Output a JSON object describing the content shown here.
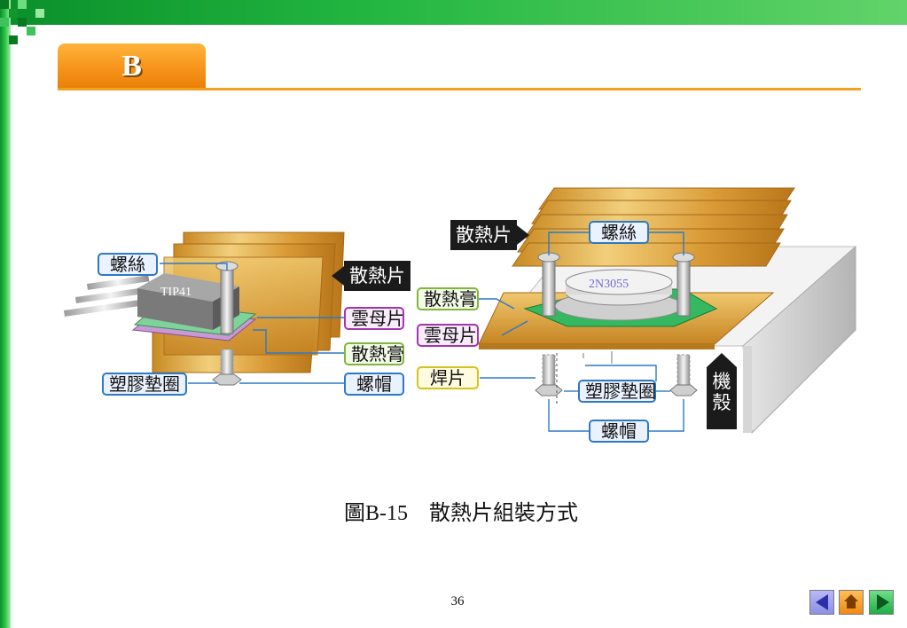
{
  "header": {
    "section_letter": "B",
    "colors": {
      "tab": "#f7931a",
      "rule": "#f0a11d",
      "top_bar": "#22b640"
    }
  },
  "diagram": {
    "left": {
      "chip_label": "TIP41",
      "screw": "螺絲",
      "heatsink": "散熱片",
      "mica": "雲母片",
      "thermal_paste": "散熱膏",
      "plastic_washer": "塑膠墊圈",
      "nut": "螺帽"
    },
    "right": {
      "chip_label": "2N3055",
      "heatsink": "散熱片",
      "screw": "螺絲",
      "thermal_paste": "散熱膏",
      "mica": "雲母片",
      "solder_lug": "焊片",
      "plastic_washer": "塑膠墊圈",
      "nut": "螺帽",
      "chassis": "機殼"
    }
  },
  "caption": "圖B-15　散熱片組裝方式",
  "page_number": "36",
  "nav": {
    "prev": "previous-arrow-icon",
    "home": "home-icon",
    "next": "next-arrow-icon"
  }
}
